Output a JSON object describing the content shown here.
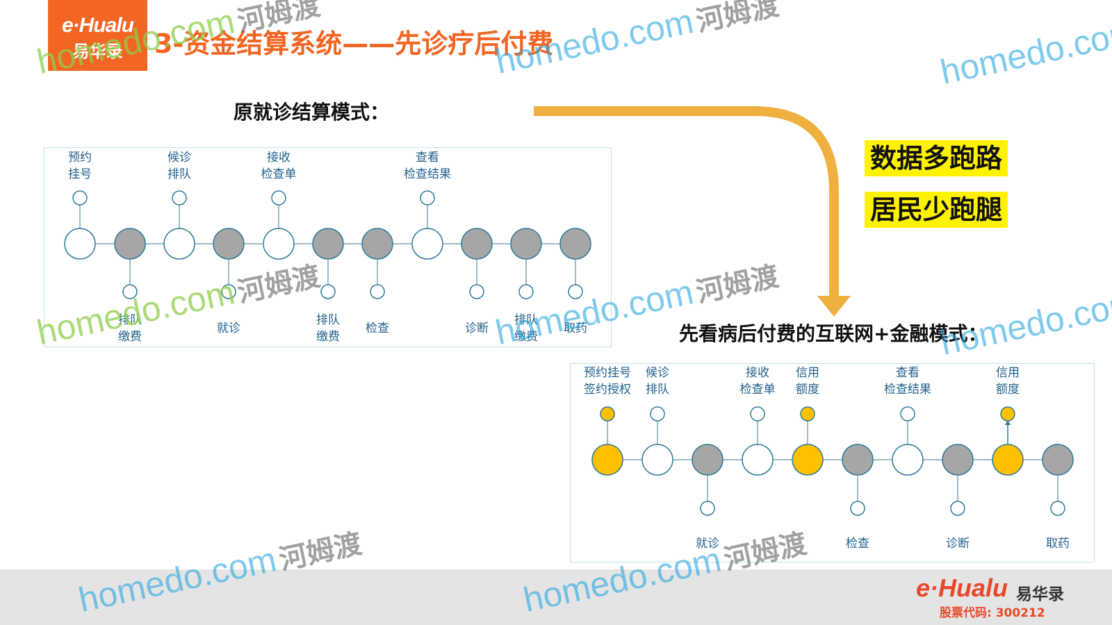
{
  "logo": {
    "en": "e·Hualu",
    "cn": "易华录"
  },
  "title": "3-资金结算系统——先诊疗后付费",
  "old_model": {
    "heading": "原就诊结算模式：",
    "top_labels": [
      {
        "line1": "预约",
        "line2": "挂号"
      },
      {
        "line1": "候诊",
        "line2": "排队"
      },
      {
        "line1": "接收",
        "line2": "检查单"
      },
      {
        "line1": "查看",
        "line2": "检查结果"
      }
    ],
    "bottom_labels": [
      {
        "line1": "排队",
        "line2": "缴费"
      },
      {
        "line1": "就诊",
        "line2": ""
      },
      {
        "line1": "排队",
        "line2": "缴费"
      },
      {
        "line1": "检查",
        "line2": ""
      },
      {
        "line1": "诊断",
        "line2": ""
      },
      {
        "line1": "排队",
        "line2": "缴费"
      },
      {
        "line1": "取药",
        "line2": ""
      }
    ],
    "node_fills": [
      "white",
      "gray",
      "white",
      "gray",
      "white",
      "gray",
      "gray",
      "white",
      "gray",
      "gray",
      "gray"
    ]
  },
  "new_model": {
    "heading": "先看病后付费的互联网+金融模式：",
    "top_labels": [
      {
        "line1": "预约挂号",
        "line2": "签约授权"
      },
      {
        "line1": "候诊",
        "line2": "排队"
      },
      {
        "line1": "接收",
        "line2": "检查单"
      },
      {
        "line1": "信用",
        "line2": "额度"
      },
      {
        "line1": "查看",
        "line2": "检查结果"
      },
      {
        "line1": "信用",
        "line2": "额度"
      }
    ],
    "bottom_labels": [
      "就诊",
      "检查",
      "诊断",
      "取药"
    ],
    "node_fills": [
      "yellow",
      "white",
      "gray",
      "white",
      "yellow",
      "gray",
      "white",
      "gray",
      "yellow",
      "gray"
    ]
  },
  "slogans": [
    "数据多跑路",
    "居民少跑腿"
  ],
  "colors": {
    "accent": "#f26522",
    "gray_node": "#a6a6a6",
    "yellow_node": "#ffc000",
    "node_stroke": "#2e7a98",
    "arrow": "#f0b040",
    "label": "#1f5f8b",
    "slogan_bg": "#fff200"
  },
  "footer": {
    "logo_en": "e·Hualu",
    "logo_cn": "易华录",
    "stock": "股票代码: 300212"
  },
  "watermark": {
    "site": "homedo.com",
    "cn": "河姆渡"
  }
}
